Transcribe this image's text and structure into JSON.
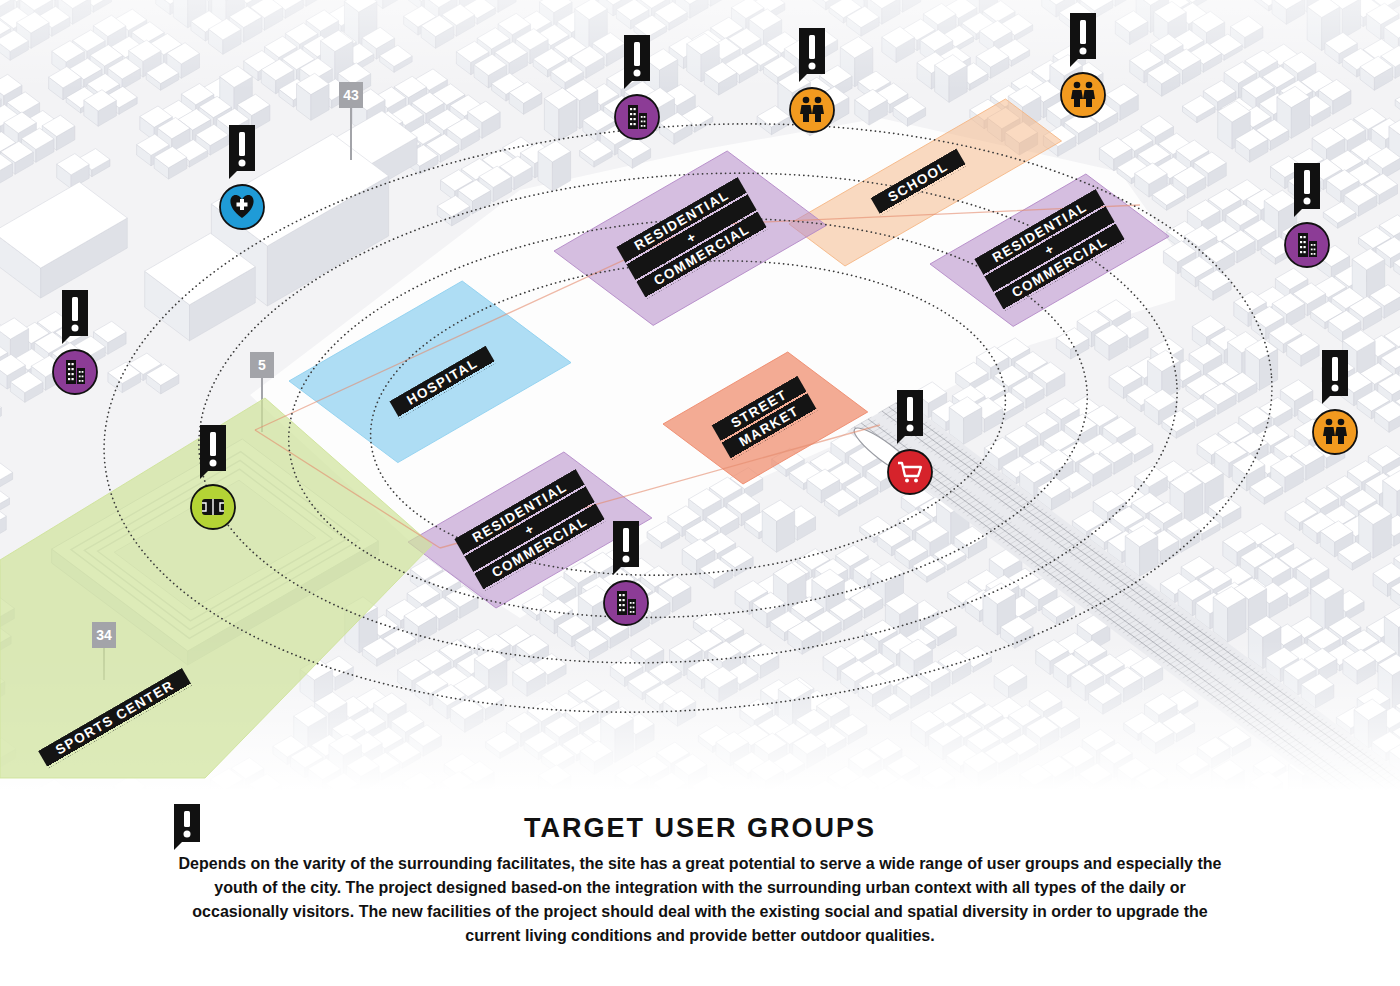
{
  "diagram": {
    "title": "TARGET USER GROUPS",
    "caption": "Depends on the varity of the surrounding facilitates, the site has a great potential to serve a wide range of user groups and especially the youth of the city. The project designed based-on the integration with the surrounding urban context with all types of the daily or occasionally visitors. The new facilities of the project should deal with the existing social and spatial diversity in order to upgrade the current living conditions and provide better outdoor qualities.",
    "nodes": [
      {
        "text": [
          "SCHOOL"
        ]
      },
      {
        "text": [
          "RESIDENTIAL + COMMERCIAL"
        ]
      },
      {
        "text": [
          "RESIDENTIAL + COMMERCIAL"
        ]
      },
      {
        "text": [
          "HOSPITAL"
        ]
      },
      {
        "text": [
          "STREET MARKET"
        ]
      },
      {
        "text": [
          "RESIDENTIAL + COMMERCIAL"
        ]
      },
      {
        "text": [
          "SPORTS CENTER"
        ]
      }
    ],
    "labels": [
      "43",
      "5",
      "34"
    ]
  }
}
